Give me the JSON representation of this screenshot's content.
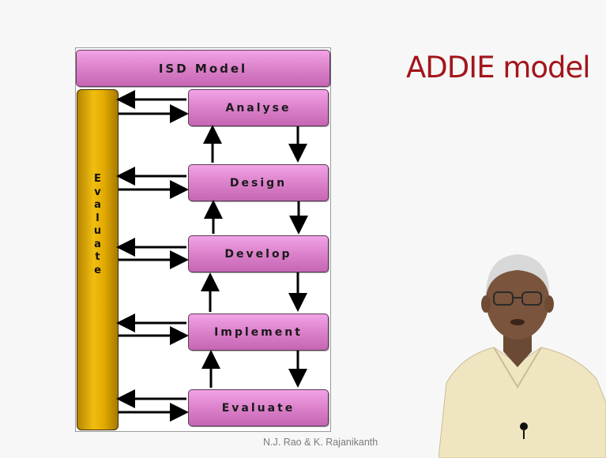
{
  "slide": {
    "title": "ADDIE model",
    "credit": "N.J. Rao & K. Rajanikanth",
    "title_color": "#a2161b"
  },
  "diagram": {
    "header": "ISD Model",
    "side_bar": "Evaluate",
    "phases": [
      "Analyse",
      "Design",
      "Develop",
      "Implement",
      "Evaluate"
    ],
    "phase_color": "#d97ec8",
    "side_bar_color": "#f0be10"
  },
  "presenter": {
    "kind": "video-overlay"
  }
}
